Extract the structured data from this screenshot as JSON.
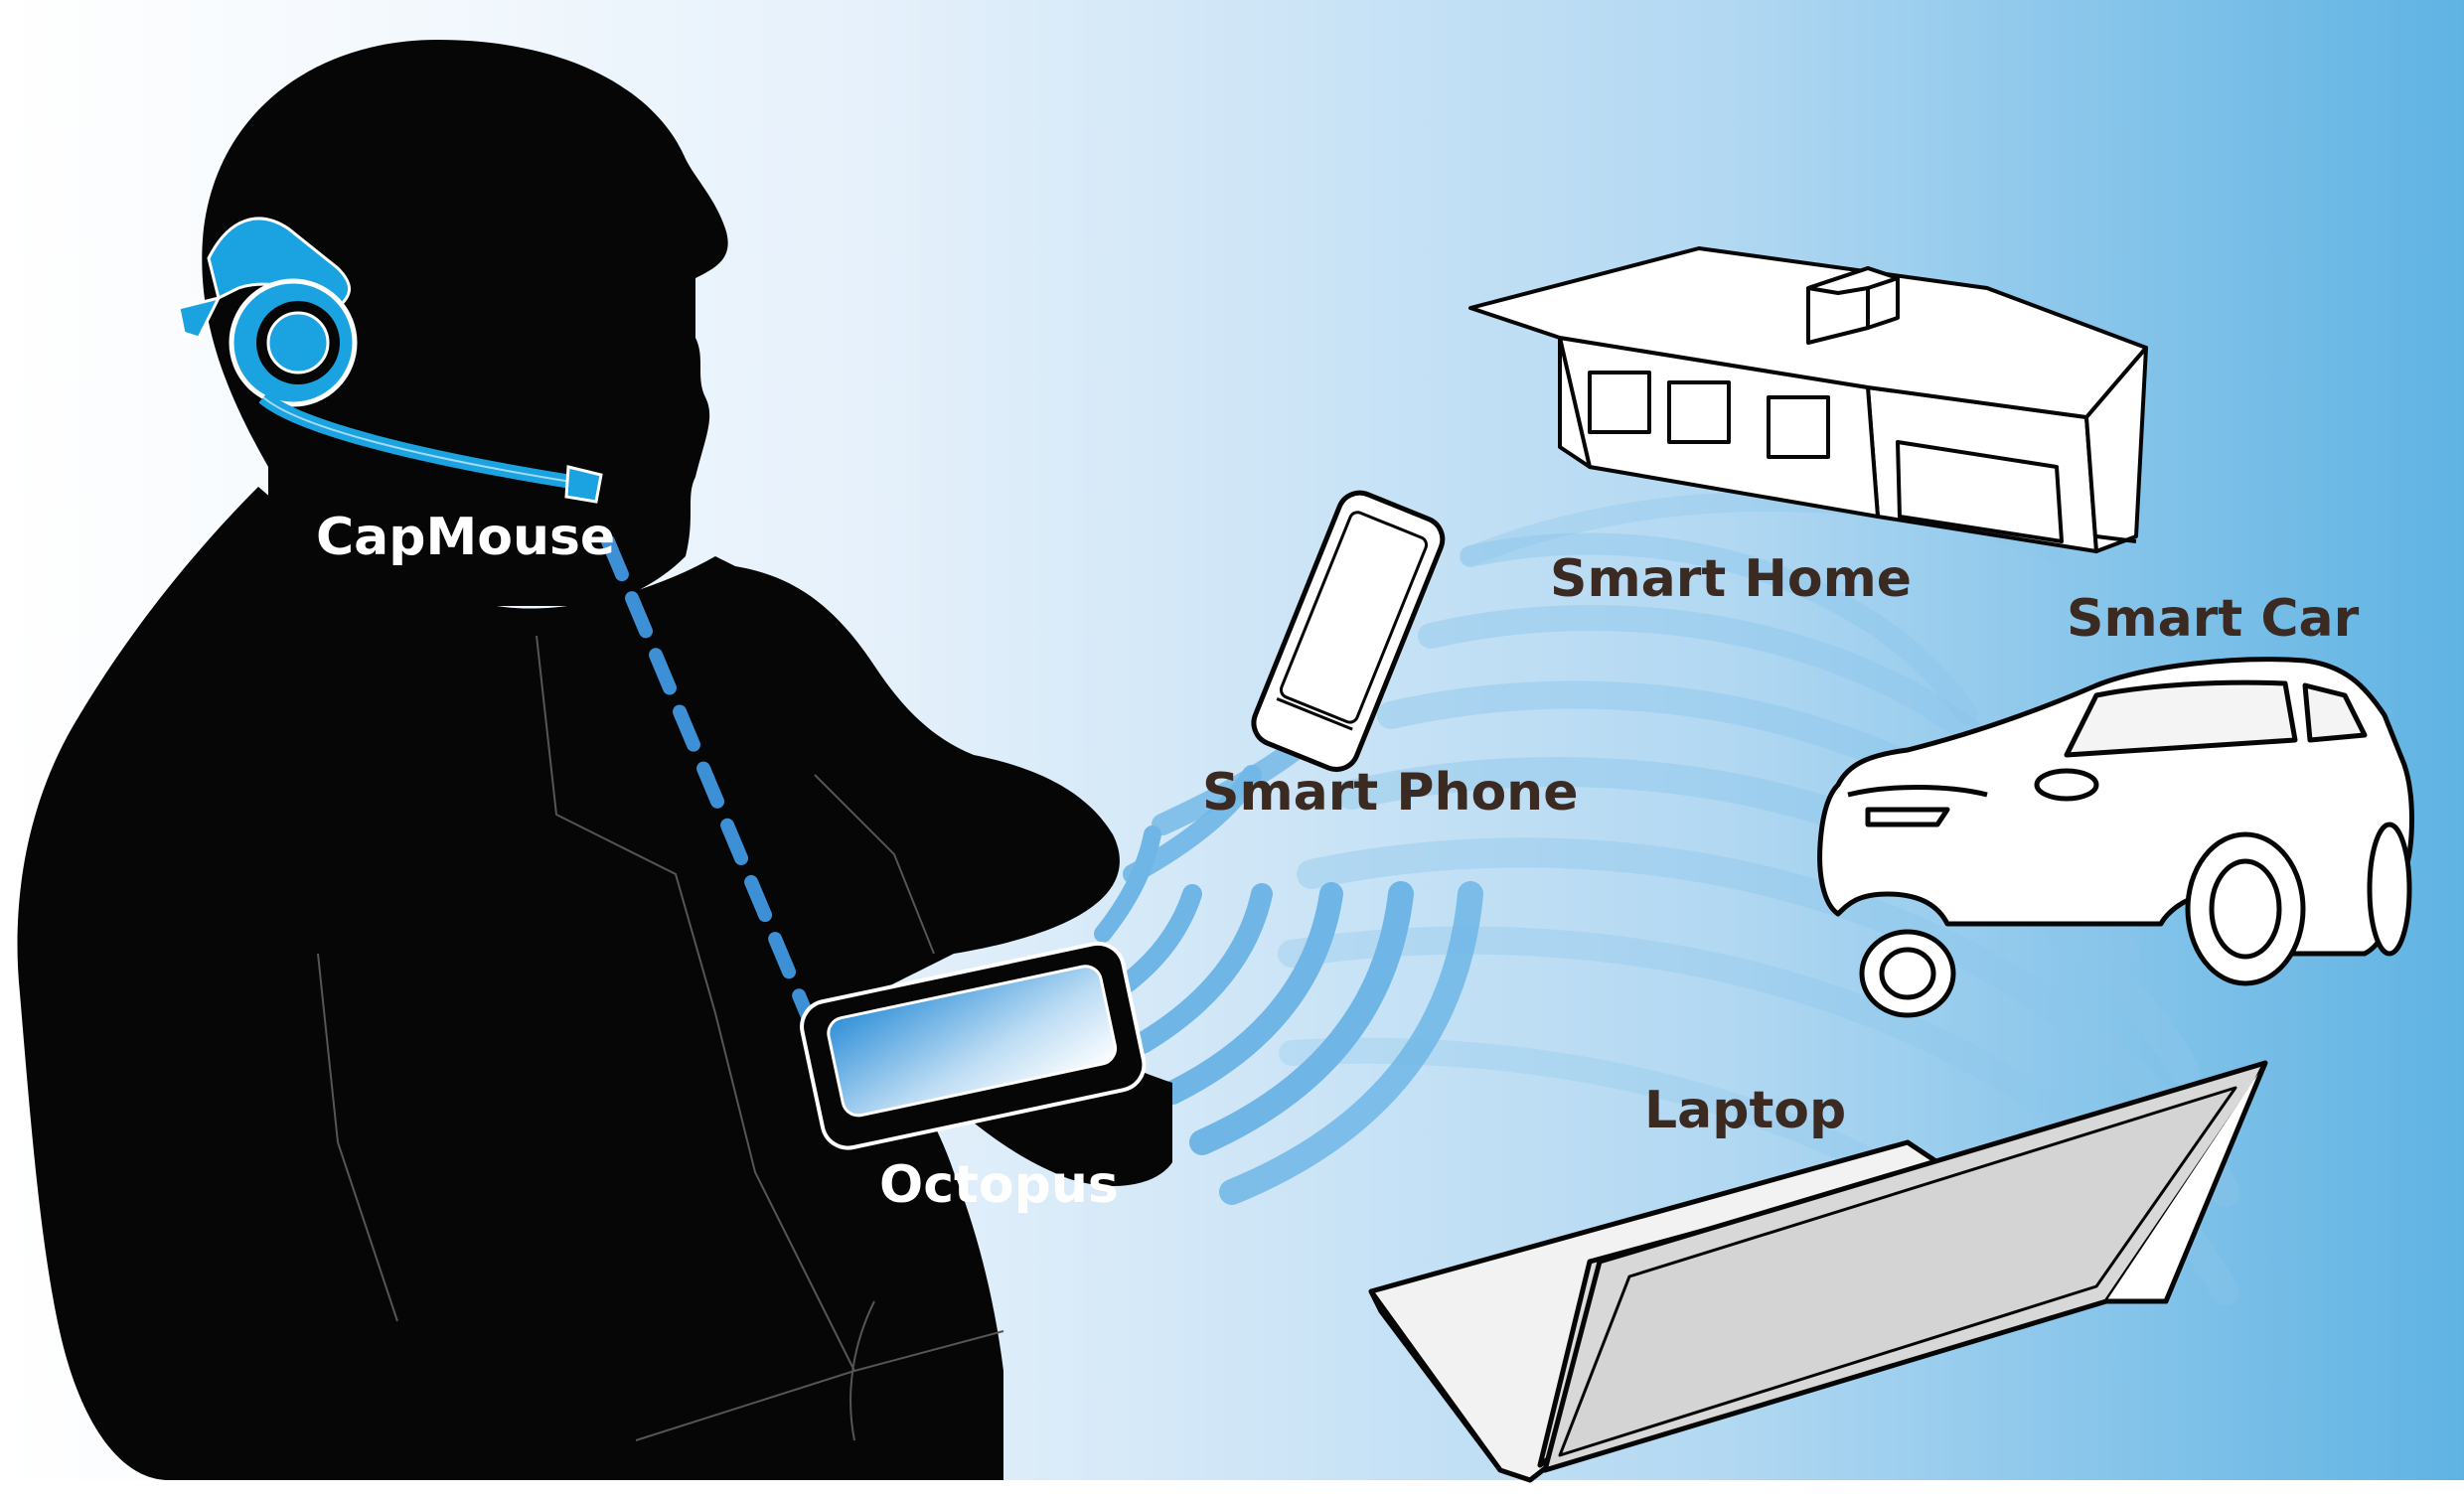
{
  "labels": {
    "capmouse": "CapMouse",
    "octopus": "Octopus",
    "smart_phone": "Smart Phone",
    "smart_home": "Smart Home",
    "smart_car": "Smart Car",
    "laptop": "Laptop"
  },
  "colors": {
    "background_light": "#ffffff",
    "background_blue": "#5fb3e3",
    "silhouette": "#060606",
    "accent_blue": "#1aa3e0",
    "wave_blue": "#6fb6e6",
    "label_dark": "#3a2a22",
    "label_light": "#ffffff"
  },
  "icons": [
    "person-silhouette",
    "headset-icon",
    "octopus-device-icon",
    "smartphone-icon",
    "house-icon",
    "car-icon",
    "laptop-icon",
    "wireless-waves"
  ]
}
